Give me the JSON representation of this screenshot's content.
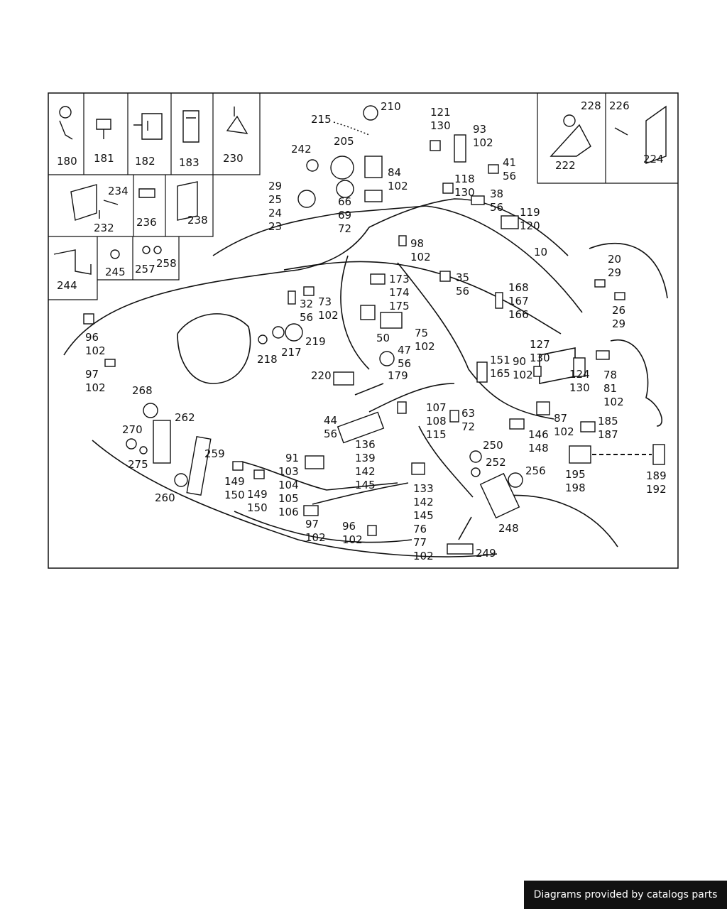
{
  "footer": {
    "credit": "Diagrams provided by catalogs parts"
  },
  "callouts": [
    "180",
    "181",
    "182",
    "183",
    "230",
    "228",
    "226",
    "222",
    "224",
    "234",
    "232",
    "236",
    "238",
    "244",
    "245",
    "257",
    "258",
    "210",
    "215",
    "205",
    "242",
    "84\n102",
    "29\n25\n24\n23",
    "66\n69\n72",
    "121\n130",
    "93\n102",
    "41\n56",
    "118\n130",
    "38\n56",
    "119\n120",
    "10",
    "20\n29",
    "26\n29",
    "98\n102",
    "35\n56",
    "168\n167\n166",
    "173\n174\n175",
    "32\n56",
    "73\n102",
    "96\n102",
    "218",
    "217",
    "219",
    "50",
    "75\n102",
    "47\n56",
    "127\n130",
    "151\n165",
    "90\n102",
    "124\n130",
    "78\n81\n102",
    "97\n102",
    "220",
    "179",
    "268",
    "262",
    "270",
    "275",
    "259",
    "260",
    "44\n56",
    "107\n108\n115",
    "63\n72",
    "87\n102",
    "185\n187",
    "136\n139\n142\n145",
    "91",
    "103\n104\n105\n106",
    "149\n150",
    "149\n150",
    "146\n148",
    "250",
    "252",
    "256",
    "195\n198",
    "189\n192",
    "133\n142\n145\n76\n77\n102",
    "97\n102",
    "96\n102",
    "248",
    "249"
  ]
}
